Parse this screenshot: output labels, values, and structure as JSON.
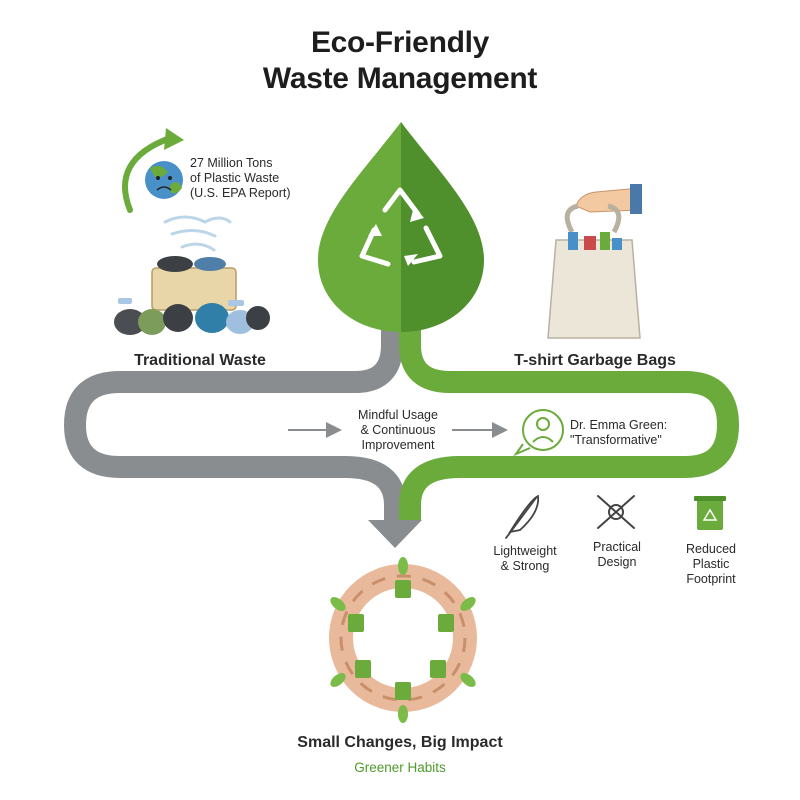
{
  "title_line1": "Eco-Friendly",
  "title_line2": "Waste Management",
  "stat": {
    "line1": "27 Million Tons",
    "line2": "of Plastic Waste",
    "line3": "(U.S. EPA Report)"
  },
  "traditional_label": "Traditional Waste",
  "tshirt_label": "T-shirt Garbage Bags",
  "mindful": {
    "line1": "Mindful Usage",
    "line2": "& Continuous",
    "line3": "Improvement"
  },
  "quote": {
    "line1": "Dr. Emma Green:",
    "line2": "\"Transformative\""
  },
  "benefits": [
    {
      "line1": "Lightweight",
      "line2": "& Strong",
      "line3": ""
    },
    {
      "line1": "Practical",
      "line2": "Design",
      "line3": ""
    },
    {
      "line1": "Reduced",
      "line2": "Plastic",
      "line3": "Footprint"
    }
  ],
  "impact_label": "Small Changes, Big Impact",
  "habits_label": "Greener Habits",
  "colors": {
    "green": "#6aab3c",
    "dark_green": "#4f8f2c",
    "gray": "#8a8d90"
  }
}
